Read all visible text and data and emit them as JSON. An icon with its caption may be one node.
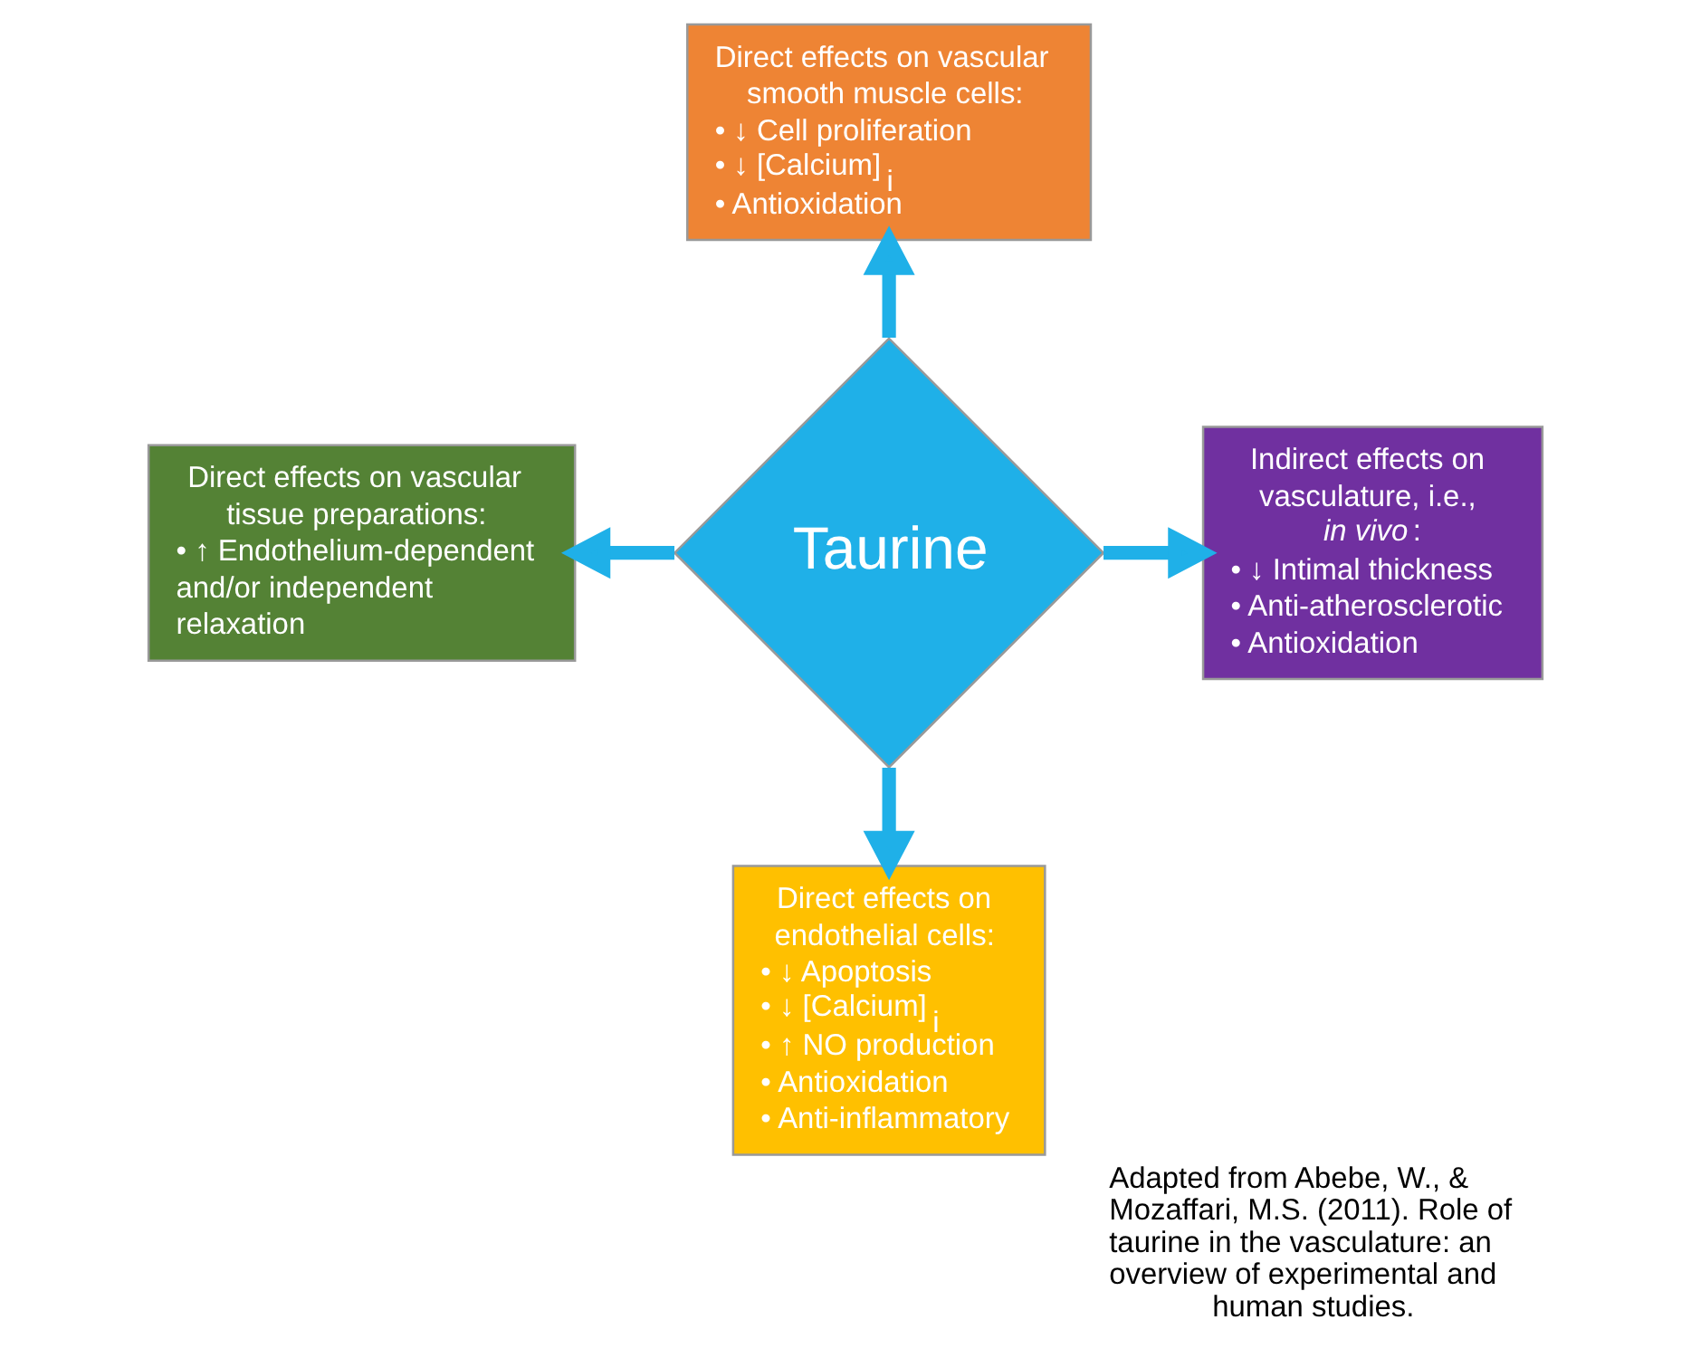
{
  "diagram": {
    "caption": "Adapted from Abebe, W., & Mozaffari, M.S. (2011). Role of taurine in the vasculature: an overview of experimental and human studies.",
    "nodes": [
      {
        "text": [
          "Direct effects on vascular smooth muscle cells:",
          "• ↓ Cell proliferation",
          "• ↓ [Calcium]$_{i}$",
          "• Antioxidation"
        ]
      },
      {
        "text": [
          "Direct effects on vascular tissue preparations:",
          "• ↑ Endothelium-dependent and/or independent relaxation"
        ]
      },
      {
        "text": [
          "Taurine"
        ]
      },
      {
        "text": [
          "Indirect effects on vasculature, i.e., *in vivo*:",
          "• ↓ Intimal thickness",
          "• Anti-atherosclerotic",
          "• Antioxidation"
        ]
      },
      {
        "text": [
          "Direct effects on endothelial cells:",
          "• ↓ Apoptosis",
          "• ↓ [Calcium]$_{i}$",
          "• ↑ NO production",
          "• Antioxidation",
          "• Anti-inflammatory"
        ]
      }
    ],
    "edges": [
      {
        "from": 2,
        "to": 0,
        "arrow": "to"
      },
      {
        "from": 2,
        "to": 1,
        "arrow": "to"
      },
      {
        "from": 2,
        "to": 3,
        "arrow": "to"
      },
      {
        "from": 2,
        "to": 4,
        "arrow": "to"
      }
    ]
  }
}
